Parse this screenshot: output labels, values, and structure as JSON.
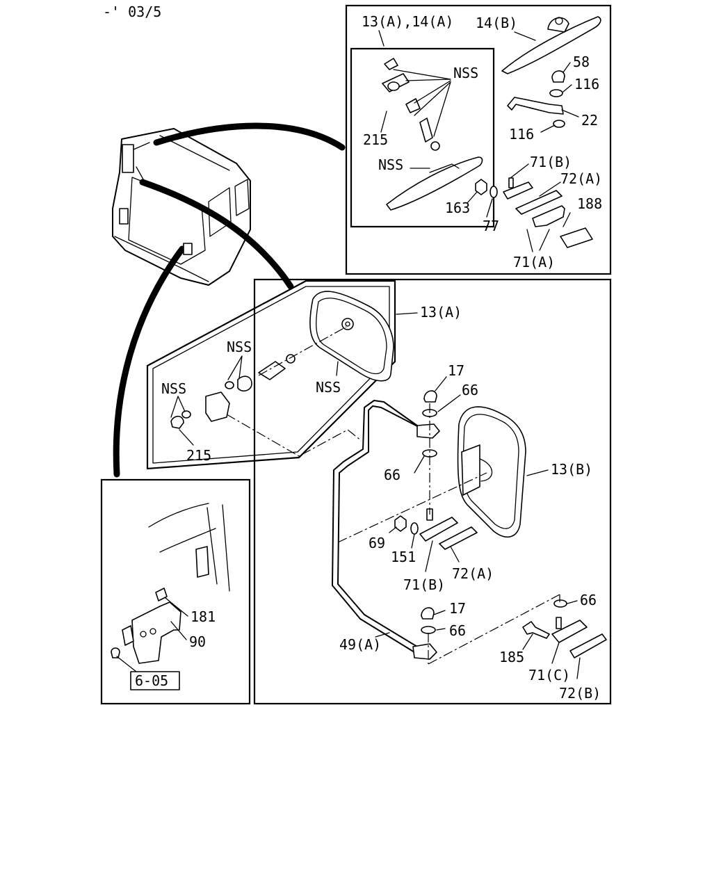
{
  "date_code": "-' 03/5",
  "labels": {
    "l_13a_14a": "13(A),14(A)",
    "l_14b": "14(B)",
    "l_nss_top": "NSS",
    "l_215_top": "215",
    "l_nss_mirror_top": "NSS",
    "l_58": "58",
    "l_116a": "116",
    "l_22": "22",
    "l_116b": "116",
    "l_71b_top": "71(B)",
    "l_72a_top": "72(A)",
    "l_163": "163",
    "l_77": "77",
    "l_188": "188",
    "l_71a": "71(A)",
    "l_13a_main": "13(A)",
    "l_nss_m1": "NSS",
    "l_nss_m2": "NSS",
    "l_nss_m3": "NSS",
    "l_215_main": "215",
    "l_17a": "17",
    "l_66a": "66",
    "l_66b": "66",
    "l_13b": "13(B)",
    "l_69": "69",
    "l_151": "151",
    "l_71b_main": "71(B)",
    "l_72a_main": "72(A)",
    "l_17b": "17",
    "l_66c": "66",
    "l_66d": "66",
    "l_49a": "49(A)",
    "l_185": "185",
    "l_71c": "71(C)",
    "l_72b": "72(B)",
    "l_181": "181",
    "l_90": "90",
    "l_ref": "6-05"
  },
  "icons": {
    "truck": "truck-cab-outline",
    "mirror": "mirror-assembly-icon",
    "bracket": "mounting-bracket-icon"
  }
}
